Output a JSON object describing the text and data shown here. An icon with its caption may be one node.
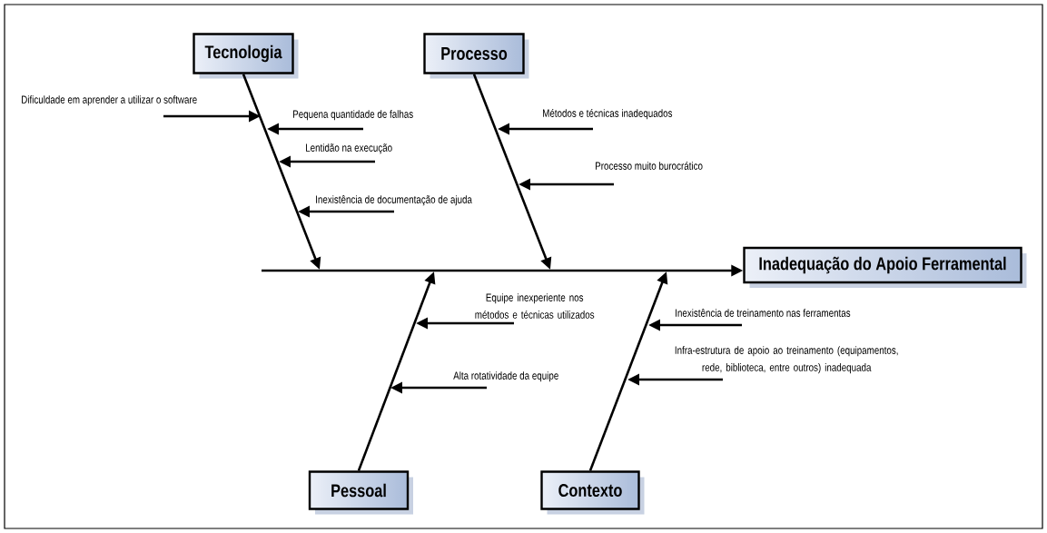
{
  "diagram": {
    "nodes": [
      {
        "text": [
          "Tecnologia"
        ]
      },
      {
        "text": [
          "Processo"
        ]
      },
      {
        "text": [
          "Inadequação do Apoio Ferramental"
        ]
      },
      {
        "text": [
          "Pessoal"
        ]
      },
      {
        "text": [
          "Contexto"
        ]
      },
      {
        "text": [
          "Dificuldade em aprender a utilizar o software"
        ]
      },
      {
        "text": [
          "Pequena quantidade de falhas"
        ]
      },
      {
        "text": [
          "Lentidão na execução"
        ]
      },
      {
        "text": [
          "Inexistência de documentação de ajuda"
        ]
      },
      {
        "text": [
          "Métodos e técnicas inadequados"
        ]
      },
      {
        "text": [
          "Processo muito burocrático"
        ]
      },
      {
        "text": [
          "Equipe inexperiente nos métodos e técnicas utilizados"
        ]
      },
      {
        "text": [
          "Alta rotatividade da equipe"
        ]
      },
      {
        "text": [
          "Inexistência de treinamento nas ferramentas"
        ]
      },
      {
        "text": [
          "Infra-estrutura de apoio ao treinamento (equipamentos, rede, biblioteca, entre outros) inadequada"
        ]
      }
    ],
    "edges": [
      {
        "from": null,
        "to": 2,
        "arrow": "to"
      },
      {
        "from": 0,
        "to": null,
        "arrow": "to"
      },
      {
        "from": 1,
        "to": null,
        "arrow": "to"
      },
      {
        "from": 3,
        "to": null,
        "arrow": "to"
      },
      {
        "from": 4,
        "to": null,
        "arrow": "to"
      },
      {
        "from": 5,
        "to": null,
        "arrow": "to"
      },
      {
        "from": 6,
        "to": null,
        "arrow": "to"
      },
      {
        "from": 7,
        "to": null,
        "arrow": "to"
      },
      {
        "from": 8,
        "to": null,
        "arrow": "to"
      },
      {
        "from": 9,
        "to": null,
        "arrow": "to"
      },
      {
        "from": 10,
        "to": null,
        "arrow": "to"
      },
      {
        "from": 11,
        "to": null,
        "arrow": "to"
      },
      {
        "from": 12,
        "to": null,
        "arrow": "to"
      },
      {
        "from": 13,
        "to": null,
        "arrow": "to"
      },
      {
        "from": 14,
        "to": null,
        "arrow": "to"
      }
    ]
  }
}
